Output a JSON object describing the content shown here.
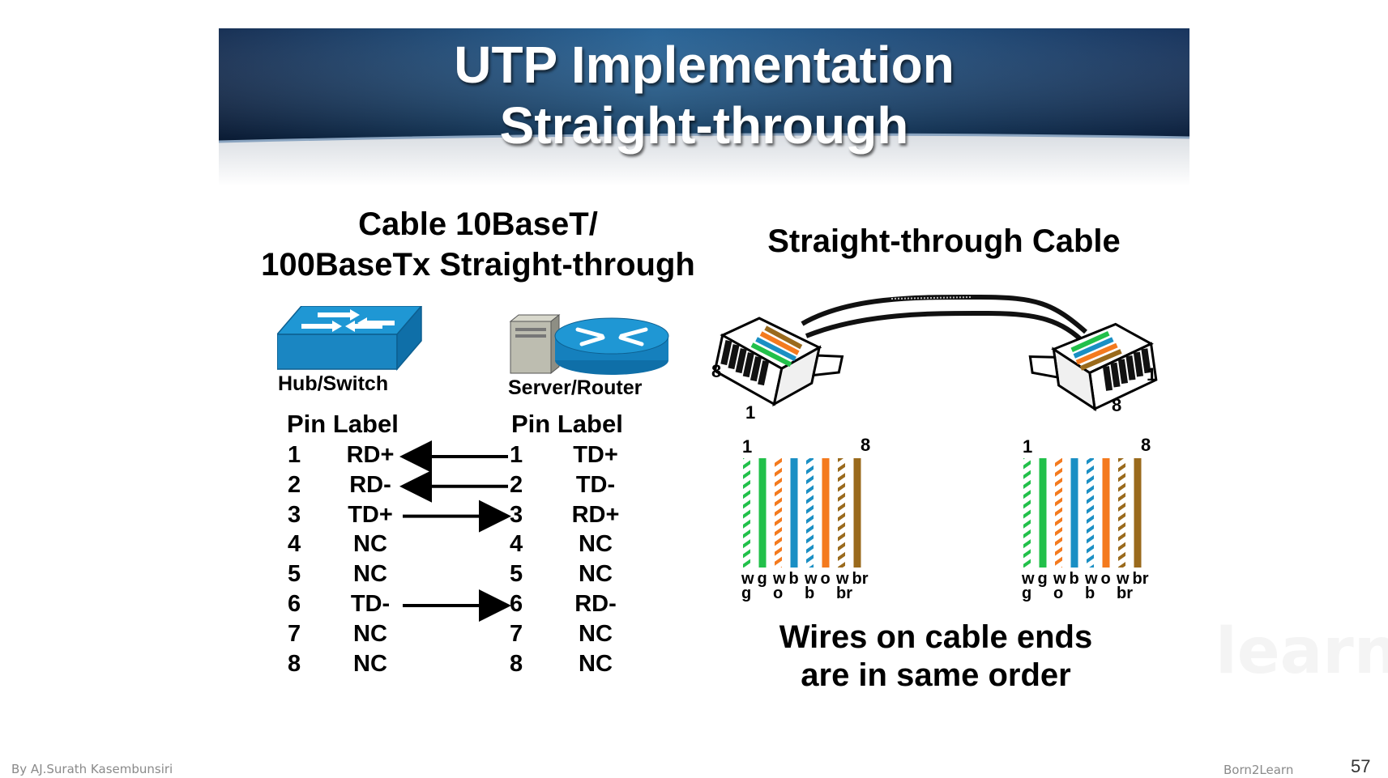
{
  "slide": {
    "title_line1": "UTP Implementation",
    "title_line2": "Straight-through",
    "left_heading_line1": "Cable 10BaseT/",
    "left_heading_line2": "100BaseTx Straight-through",
    "right_heading": "Straight-through Cable",
    "caption_line1": "Wires on cable ends",
    "caption_line2": "are in same order",
    "footer_author": "By AJ.Surath Kasembunsiri",
    "footer_brand": "Born2Learn",
    "page_number": "57",
    "watermark": "learn"
  },
  "devices": {
    "left_label": "Hub/Switch",
    "right_label": "Server/Router"
  },
  "pinout": {
    "header_left": "Pin Label",
    "header_right": "Pin Label",
    "rows": [
      {
        "pin_l": "1",
        "label_l": "RD+",
        "pin_r": "1",
        "label_r": "TD+",
        "arrow": "left"
      },
      {
        "pin_l": "2",
        "label_l": "RD-",
        "pin_r": "2",
        "label_r": "TD-",
        "arrow": "left"
      },
      {
        "pin_l": "3",
        "label_l": "TD+",
        "pin_r": "3",
        "label_r": "RD+",
        "arrow": "right"
      },
      {
        "pin_l": "4",
        "label_l": "NC",
        "pin_r": "4",
        "label_r": "NC",
        "arrow": "none"
      },
      {
        "pin_l": "5",
        "label_l": "NC",
        "pin_r": "5",
        "label_r": "NC",
        "arrow": "none"
      },
      {
        "pin_l": "6",
        "label_l": "TD-",
        "pin_r": "6",
        "label_r": "RD-",
        "arrow": "right"
      },
      {
        "pin_l": "7",
        "label_l": "NC",
        "pin_r": "7",
        "label_r": "NC",
        "arrow": "none"
      },
      {
        "pin_l": "8",
        "label_l": "NC",
        "pin_r": "8",
        "label_r": "NC",
        "arrow": "none"
      }
    ]
  },
  "connectors": {
    "left_pin_a": "8",
    "left_pin_b": "1",
    "right_pin_a": "1",
    "right_pin_b": "8"
  },
  "wire_groups": [
    {
      "start_label": "1",
      "end_label": "8",
      "top_labels": [
        "w",
        "g",
        "w",
        "b",
        "w",
        "o",
        "w",
        "br"
      ],
      "bottom_labels": [
        "g",
        "",
        "o",
        "",
        "b",
        "",
        "br",
        ""
      ]
    },
    {
      "start_label": "1",
      "end_label": "8",
      "top_labels": [
        "w",
        "g",
        "w",
        "b",
        "w",
        "o",
        "w",
        "br"
      ],
      "bottom_labels": [
        "g",
        "",
        "o",
        "",
        "b",
        "",
        "br",
        ""
      ]
    }
  ],
  "wires": [
    {
      "color": "#22c04a",
      "striped": true
    },
    {
      "color": "#22c04a",
      "striped": false
    },
    {
      "color": "#f47a1e",
      "striped": true
    },
    {
      "color": "#1a8fc4",
      "striped": false
    },
    {
      "color": "#1a8fc4",
      "striped": true
    },
    {
      "color": "#f47a1e",
      "striped": false
    },
    {
      "color": "#9a6a1c",
      "striped": true
    },
    {
      "color": "#9a6a1c",
      "striped": false
    }
  ],
  "colors": {
    "banner_dark": "#0d2a52",
    "banner_mid": "#1e5a8e",
    "device_blue": "#1f97d4",
    "device_blue_dark": "#0f6fa8"
  }
}
